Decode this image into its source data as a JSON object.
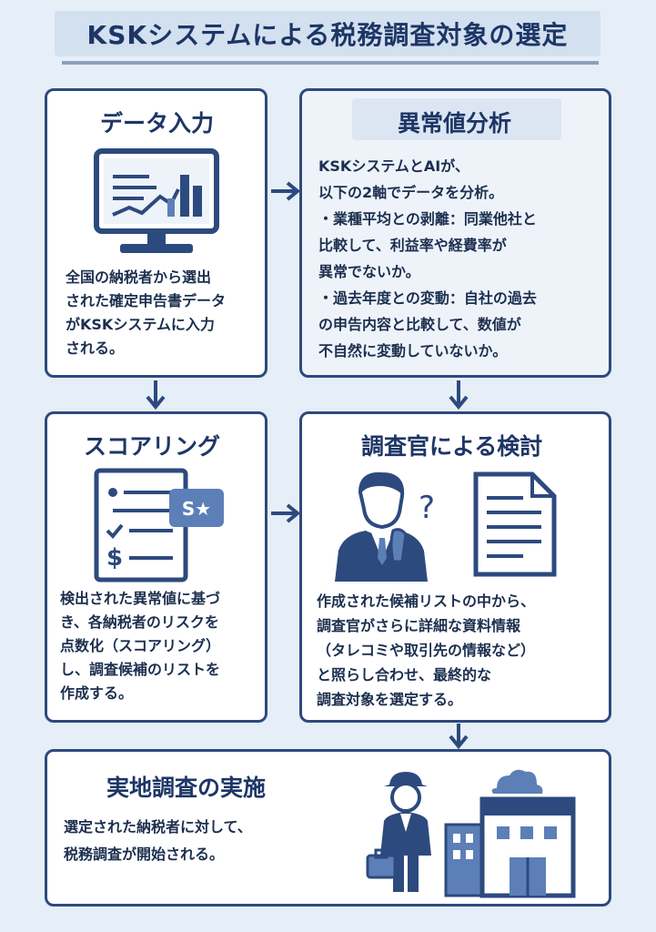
{
  "title": "KSKシステムによる税務調査対象の選定",
  "steps": {
    "data_input": {
      "heading": "データ入力",
      "lines": [
        "全国の納税者から選出",
        "された確定申告書データ",
        "がKSKシステムに入力",
        "される。"
      ]
    },
    "anomaly": {
      "heading": "異常値分析",
      "lines": [
        "KSKシステムとAIが、",
        "以下の2軸でデータを分析。",
        "・業種平均との剥離：同業他社と",
        "比較して、利益率や経費率が",
        "異常でないか。",
        "・過去年度との変動：自社の過去",
        "の申告内容と比較して、数値が",
        "不自然に変動していないか。"
      ]
    },
    "scoring": {
      "heading": "スコアリング",
      "badge": "S★",
      "lines": [
        "検出された異常値に基づ",
        "き、各納税者のリスクを",
        "点数化（スコアリング）",
        "し、調査候補のリストを",
        "作成する。"
      ]
    },
    "review": {
      "heading": "調査官による検討",
      "lines": [
        "作成された候補リストの中から、",
        "調査官がさらに詳細な資料情報",
        "（タレコミや取引先の情報など）",
        "と照らし合わせ、最終的な",
        "調査対象を選定する。"
      ]
    },
    "field": {
      "heading": "実地調査の実施",
      "lines": [
        "選定された納税者に対して、",
        "税務調査が開始される。"
      ]
    }
  },
  "colors": {
    "navy": "#2d4a7e",
    "icon_blue": "#5c7fb8",
    "light_blue": "#dce6f3",
    "background": "#e6eef8"
  }
}
